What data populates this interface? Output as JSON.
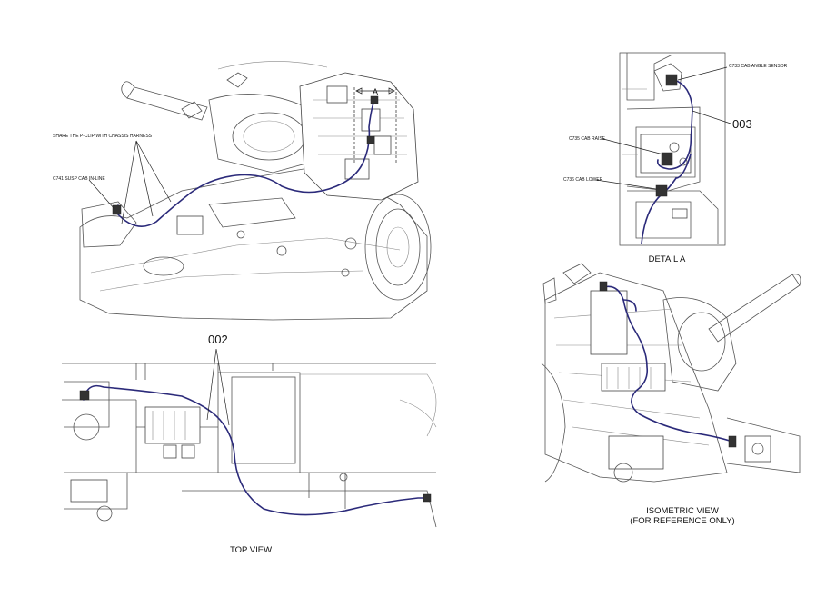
{
  "colors": {
    "harness": "#2b2a7a",
    "line": "#555555",
    "background": "#ffffff"
  },
  "callouts": {
    "detail_letter": "A",
    "share_pclip": "SHARE THE P-CLIP WITH CHASSIS HARNESS",
    "c741": "C741 SUSP CAB IN-LINE",
    "c733": "C733 CAB ANGLE SENSOR",
    "c735": "C735 CAB RAISE",
    "c736": "C736 CAB LOWER",
    "item_002": "002",
    "item_003": "003"
  },
  "captions": {
    "detail_a": "DETAIL  A",
    "top_view": "TOP VIEW",
    "isometric_line1": "ISOMETRIC VIEW",
    "isometric_line2": "(FOR REFERENCE ONLY)"
  }
}
